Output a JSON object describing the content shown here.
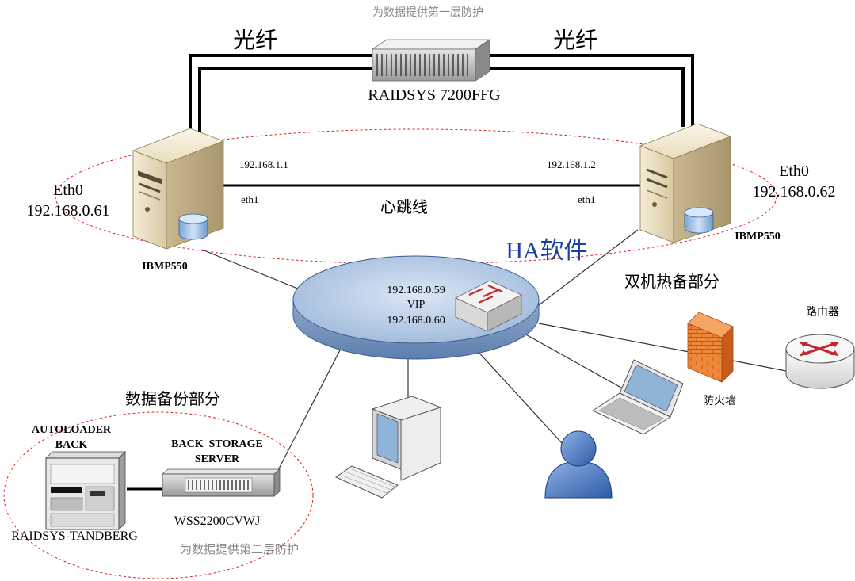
{
  "top_protection_label": "为数据提供第一层防护",
  "fiber_left_label": "光纤",
  "fiber_right_label": "光纤",
  "raid_label": "RAIDSYS 7200FFG",
  "left_server": {
    "eth0": "Eth0",
    "ip": "192.168.0.61",
    "heartbeat_ip": "192.168.1.1",
    "heartbeat_if": "eth1",
    "model": "IBMP550"
  },
  "right_server": {
    "eth0": "Eth0",
    "ip": "192.168.0.62",
    "heartbeat_ip": "192.168.1.2",
    "heartbeat_if": "eth1",
    "model": "IBMP550"
  },
  "heartbeat_label": "心跳线",
  "ha_label": "HA软件",
  "hot_standby_label": "双机热备部分",
  "switch": {
    "vip_ip_1": "192.168.0.59",
    "vip_label": "VIP",
    "vip_ip_2": "192.168.0.60"
  },
  "router_label": "路由器",
  "firewall_label": "防火墙",
  "backup_section_label": "数据备份部分",
  "autoloader_line1": "AUTOLOADER",
  "autoloader_line2": "BACK",
  "back_storage_line1": "BACK  STORAGE",
  "back_storage_line2": "SERVER",
  "wss_label": "WSS2200CVWJ",
  "tandberg_label": "RAIDSYS-TANDBERG",
  "bottom_protection_label": "为数据提供第二层防护"
}
